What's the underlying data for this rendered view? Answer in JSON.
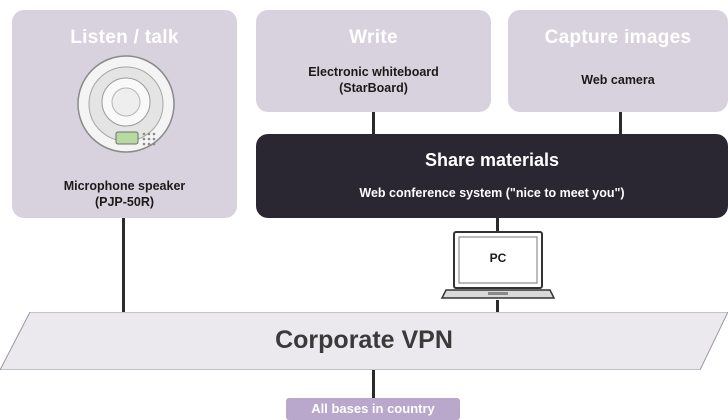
{
  "listen": {
    "title": "Listen / talk",
    "device_line1": "Microphone speaker",
    "device_line2": "(PJP-50R)"
  },
  "write": {
    "title": "Write",
    "device_line1": "Electronic whiteboard",
    "device_line2": "(StarBoard)"
  },
  "capture": {
    "title": "Capture images",
    "device_line1": "Web camera"
  },
  "share": {
    "title": "Share materials",
    "subtitle": "Web conference system (\"nice to meet you\")"
  },
  "pc": {
    "label": "PC"
  },
  "vpn": {
    "label": "Corporate VPN"
  },
  "bases": {
    "label": "All bases in country"
  },
  "colors": {
    "box": "#d8d2df",
    "dark_box": "#2a2733",
    "vpn_band": "#ebe9ee",
    "badge": "#b9a8cc",
    "line": "#2b2b2b"
  }
}
